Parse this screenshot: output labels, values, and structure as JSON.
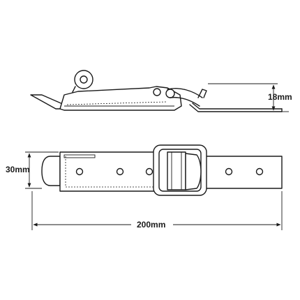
{
  "dimensions": {
    "height_side": "18mm",
    "width_top": "30mm",
    "length": "200mm"
  }
}
